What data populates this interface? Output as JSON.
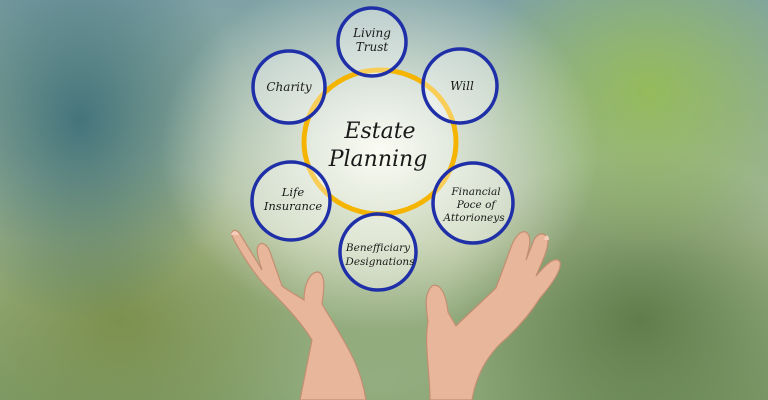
{
  "center_label": [
    "Estate",
    "Planning"
  ],
  "nodes": [
    {
      "name": "living-trust",
      "lines": [
        "Living",
        "Trust"
      ]
    },
    {
      "name": "will",
      "lines": [
        "Will"
      ]
    },
    {
      "name": "financial-power",
      "lines": [
        "Financial",
        "Poce of",
        "Attorioneys"
      ]
    },
    {
      "name": "beneficiary-designations",
      "lines": [
        "Benefficiary",
        "Designations"
      ]
    },
    {
      "name": "life-insurance",
      "lines": [
        "Life",
        "Insurance"
      ]
    },
    {
      "name": "charity",
      "lines": [
        "Charity"
      ]
    }
  ],
  "colors": {
    "ring": "#f4b400",
    "node_ring": "#1f2fa8",
    "text": "#1a1a1a"
  }
}
